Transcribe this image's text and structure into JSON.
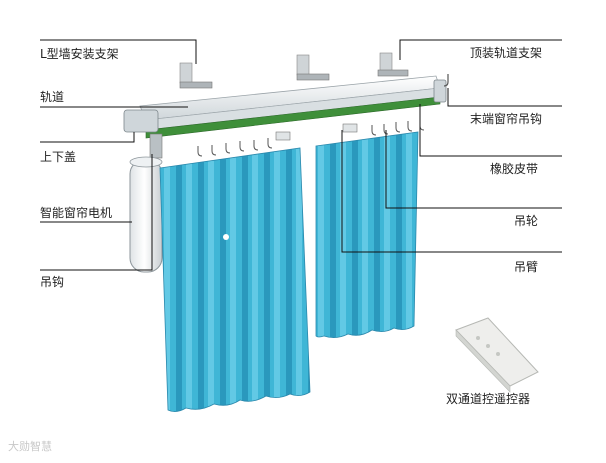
{
  "labels": {
    "l_bracket": "L型墙安装支架",
    "track": "轨道",
    "top_cover": "上下盖",
    "motor": "智能窗帘电机",
    "hook": "吊钩",
    "ceiling_bracket": "顶装轨道支架",
    "end_hook": "末端窗帘吊钩",
    "rubber_belt": "橡胶皮带",
    "pulley": "吊轮",
    "arm": "吊臂",
    "remote": "双通道控遥控器"
  },
  "watermark": "大勋智慧",
  "colors": {
    "curtain": "#3fb6d6",
    "curtain_shade": "#2a98bd",
    "belt": "#3f8f3a",
    "track": "#e9eef0",
    "motor": "#f1f3f4",
    "line": "#111111"
  }
}
